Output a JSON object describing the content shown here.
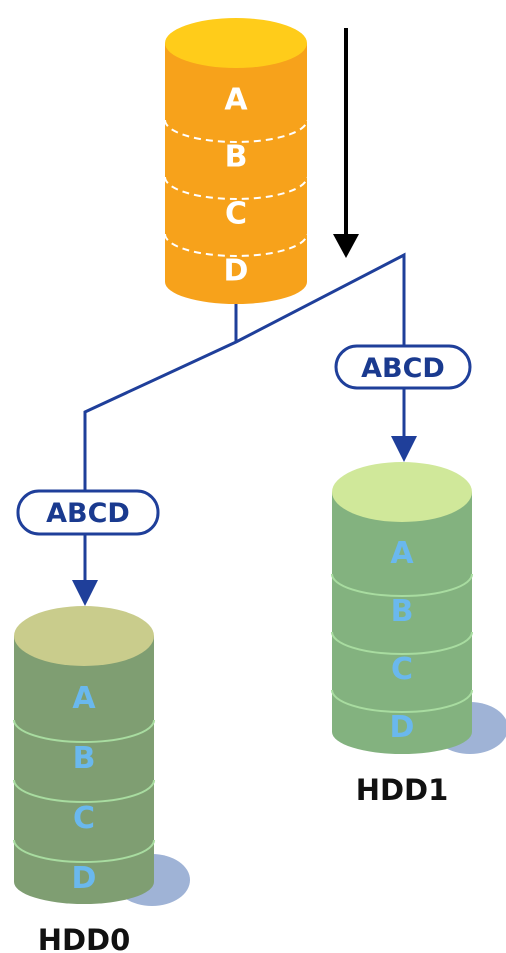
{
  "source": {
    "segments": [
      "A",
      "B",
      "C",
      "D"
    ],
    "body_color": "#f7a21b",
    "top_color": "#ffcc1a",
    "text_color": "#ffffff",
    "divider_color": "#ffffff"
  },
  "write_arrow": {
    "icon": "down-arrow-icon",
    "color": "#000000"
  },
  "connector_color": "#1f3f9a",
  "packets": [
    {
      "text": "ABCD"
    },
    {
      "text": "ABCD"
    }
  ],
  "disks": [
    {
      "name": "HDD0",
      "segments": [
        "A",
        "B",
        "C",
        "D"
      ],
      "body_color": "#7f9e72",
      "top_color": "#c9cc8c",
      "text_color": "#6ab8ee",
      "divider_color": "#a8dca0",
      "shadow_color": "#9fb3d6"
    },
    {
      "name": "HDD1",
      "segments": [
        "A",
        "B",
        "C",
        "D"
      ],
      "body_color": "#83b27f",
      "top_color": "#d0e89a",
      "text_color": "#6ab8ee",
      "divider_color": "#a8dca0",
      "shadow_color": "#9fb3d6"
    }
  ]
}
